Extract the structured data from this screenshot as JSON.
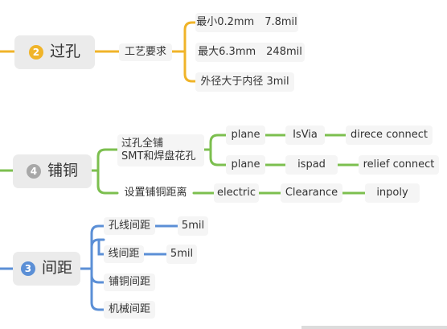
{
  "colors": {
    "via": "#f0b429",
    "copper": "#7cbf4f",
    "spacing": "#5b8fd6",
    "bg": "#ffffff",
    "node_bg": "#f5f5f5"
  },
  "via": {
    "badge": "2",
    "title": "过孔",
    "process_label": "工艺要求",
    "items": [
      "最小0.2mm　7.8mil",
      "最大6.3mm　248mil",
      "外径大于内径  3mil"
    ]
  },
  "copper": {
    "badge": "4",
    "title": "铺铜",
    "branch_a_lines": [
      "过孔全铺",
      "SMT和焊盘花孔"
    ],
    "row1": [
      "plane",
      "IsVia",
      "direce connect"
    ],
    "row2": [
      "plane",
      "ispad",
      "relief connect"
    ],
    "branch_b": [
      "设置铺铜距离",
      "electric",
      "Clearance",
      "inpoly"
    ]
  },
  "spacing": {
    "badge": "3",
    "title": "间距",
    "items": [
      {
        "label": "孔线间距",
        "value": "5mil"
      },
      {
        "label": "线间距",
        "value": "5mil"
      },
      {
        "label": "铺铜间距"
      },
      {
        "label": "机械间距"
      }
    ]
  }
}
